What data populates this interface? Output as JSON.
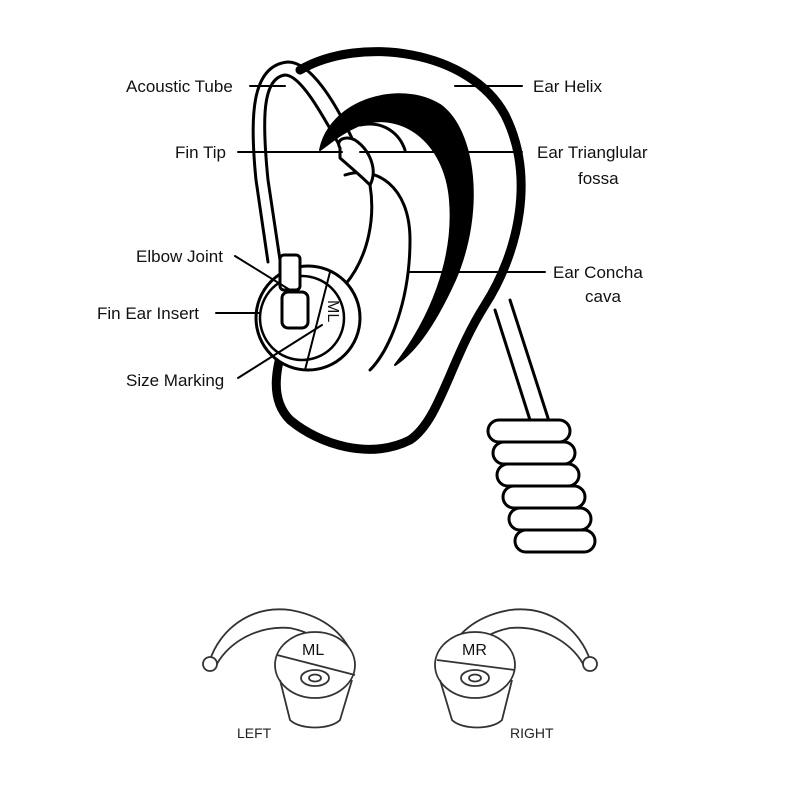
{
  "labels": {
    "acoustic_tube": "Acoustic Tube",
    "ear_helix": "Ear Helix",
    "fin_tip": "Fin Tip",
    "ear_triangular_fossa_1": "Ear Trianglular",
    "ear_triangular_fossa_2": "fossa",
    "elbow_joint": "Elbow Joint",
    "ear_concha_1": "Ear Concha",
    "ear_concha_2": "cava",
    "fin_ear_insert": "Fin Ear Insert",
    "size_marking": "Size Marking"
  },
  "insert_marking": "ML",
  "bottom": {
    "left": {
      "marking": "ML",
      "caption": "LEFT"
    },
    "right": {
      "marking": "MR",
      "caption": "RIGHT"
    }
  }
}
